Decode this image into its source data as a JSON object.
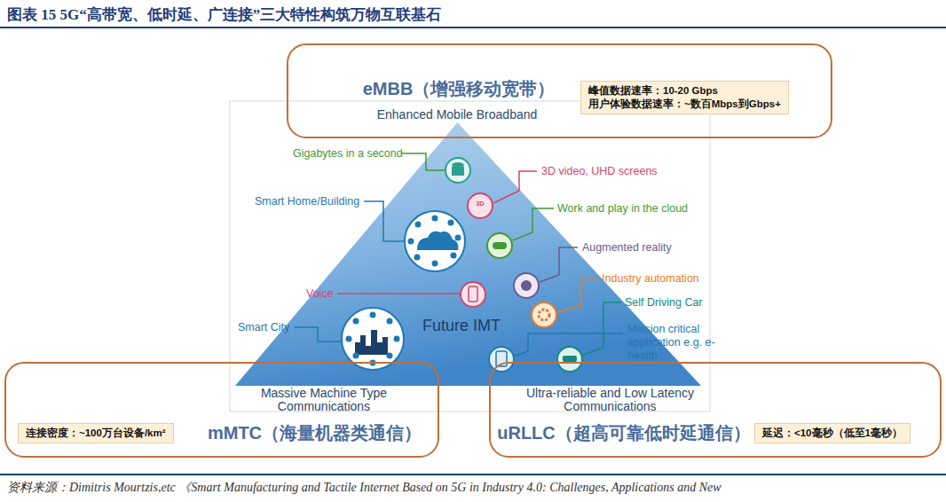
{
  "diagram": {
    "title": "图表 15 5G“高带宽、低时延、广连接”三大特性构筑万物互联基石",
    "caption": "资料来源：Dimitris Mourtzis,etc 《Smart Manufacturing and Tactile Internet Based on 5G in Industry 4.0: Challenges, Applications and New",
    "nodes": [
      {
        "text": [
          "eMBB（增强移动宽带）"
        ]
      },
      {
        "text": [
          "峰值数据速率：10-20 Gbps",
          "用户体验数据速率：~数百Mbps到Gbps+"
        ],
        "in": 0
      },
      {
        "text": [
          "Future IMT"
        ]
      },
      {
        "text": [
          "mMTC（海量机器类通信）"
        ]
      },
      {
        "text": [
          "连接密度：~100万台设备/km²"
        ],
        "in": 3
      },
      {
        "text": [
          "uRLLC（超高可靠低时延通信）"
        ]
      },
      {
        "text": [
          "延迟：<10毫秒（低至1毫秒）"
        ],
        "in": 5
      }
    ],
    "labels": [
      "Enhanced Mobile Broadband",
      "Gigabytes in a second",
      "3D video, UHD screens",
      "3D",
      "Smart Home/Building",
      "Work and play in the cloud",
      "Augmented reality",
      "Voice",
      "Industry automation",
      "Self Driving Car",
      "Smart City",
      "Mission critical application e.g. e-health",
      "Massive Machine Type Communications",
      "Ultra-reliable and Low Latency Communications"
    ]
  }
}
